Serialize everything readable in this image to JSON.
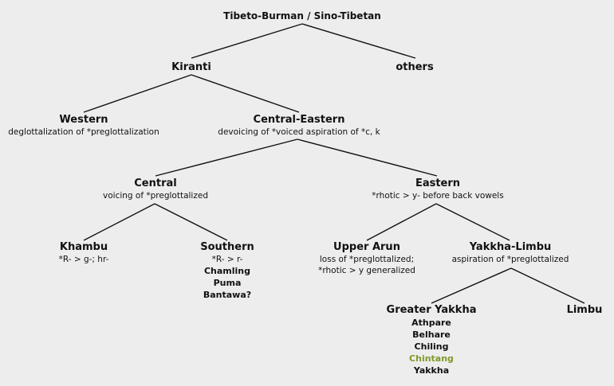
{
  "nodes": {
    "root": {
      "title": "Tibeto-Burman / Sino-Tibetan"
    },
    "kiranti": {
      "title": "Kiranti"
    },
    "others": {
      "title": "others"
    },
    "western": {
      "title": "Western",
      "desc": "deglottalization of *preglottalization"
    },
    "central_eastern": {
      "title": "Central-Eastern",
      "desc": "devoicing of *voiced aspiration of *c, k"
    },
    "central": {
      "title": "Central",
      "desc": "voicing of *preglottalized"
    },
    "eastern": {
      "title": "Eastern",
      "desc": "*rhotic > y- before back vowels"
    },
    "khambu": {
      "title": "Khambu",
      "desc": "*R- > g-; hr-"
    },
    "southern": {
      "title": "Southern",
      "desc": "*R- > r-",
      "languages": [
        "Chamling",
        "Puma",
        "Bantawa?"
      ]
    },
    "upper_arun": {
      "title": "Upper Arun",
      "desc": "loss of *preglottalized;",
      "desc2": "*rhotic > y generalized"
    },
    "yakkha_limbu": {
      "title": "Yakkha-Limbu",
      "desc": "aspiration of *preglottalized"
    },
    "greater_yakkha": {
      "title": "Greater Yakkha",
      "languages": [
        "Athpare",
        "Belhare",
        "Chiling",
        "Chintang",
        "Yakkha"
      ]
    },
    "limbu": {
      "title": "Limbu"
    }
  },
  "highlight_color": "#7f9a2a"
}
